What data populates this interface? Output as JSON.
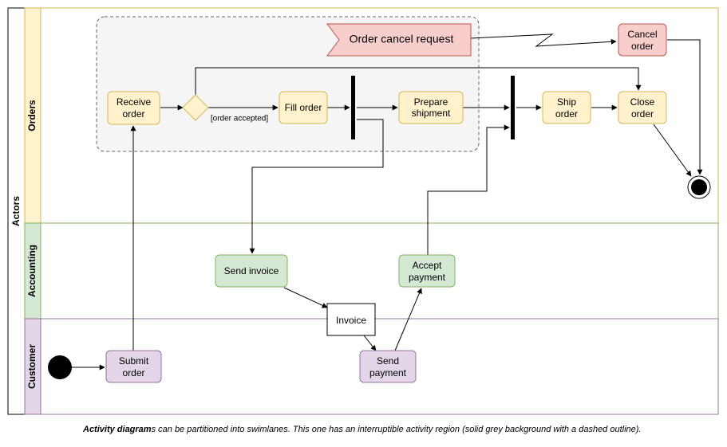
{
  "pool": {
    "label": "Actors"
  },
  "lanes": {
    "orders": "Orders",
    "accounting": "Accounting",
    "customer": "Customer"
  },
  "nodes": {
    "receive_order": [
      "Receive",
      "order"
    ],
    "fill_order": [
      "Fill order"
    ],
    "prepare_shipment": [
      "Prepare",
      "shipment"
    ],
    "ship_order": [
      "Ship",
      "order"
    ],
    "close_order": [
      "Close",
      "order"
    ],
    "cancel_order": [
      "Cancel",
      "order"
    ],
    "send_invoice": [
      "Send invoice"
    ],
    "accept_payment": [
      "Accept",
      "payment"
    ],
    "submit_order": [
      "Submit",
      "order"
    ],
    "send_payment": [
      "Send",
      "payment"
    ],
    "invoice": [
      "Invoice"
    ]
  },
  "signal": {
    "label": "Order cancel request"
  },
  "guard": {
    "label": "[order accepted]"
  },
  "caption": {
    "bold": "Activity diagram",
    "rest": "s can be partitioned into swimlanes. This one has an interruptible activity region (solid grey background with a dashed outline)."
  },
  "colors": {
    "orders_fill": "#fff2cc",
    "orders_stroke": "#d6b656",
    "accounting_fill": "#d5e8d4",
    "accounting_stroke": "#82b366",
    "customer_fill": "#e1d5e7",
    "customer_stroke": "#9673a6",
    "cancel_fill": "#f8cecc",
    "cancel_stroke": "#b85450",
    "region_fill": "#f5f5f5",
    "region_stroke": "#666666"
  }
}
